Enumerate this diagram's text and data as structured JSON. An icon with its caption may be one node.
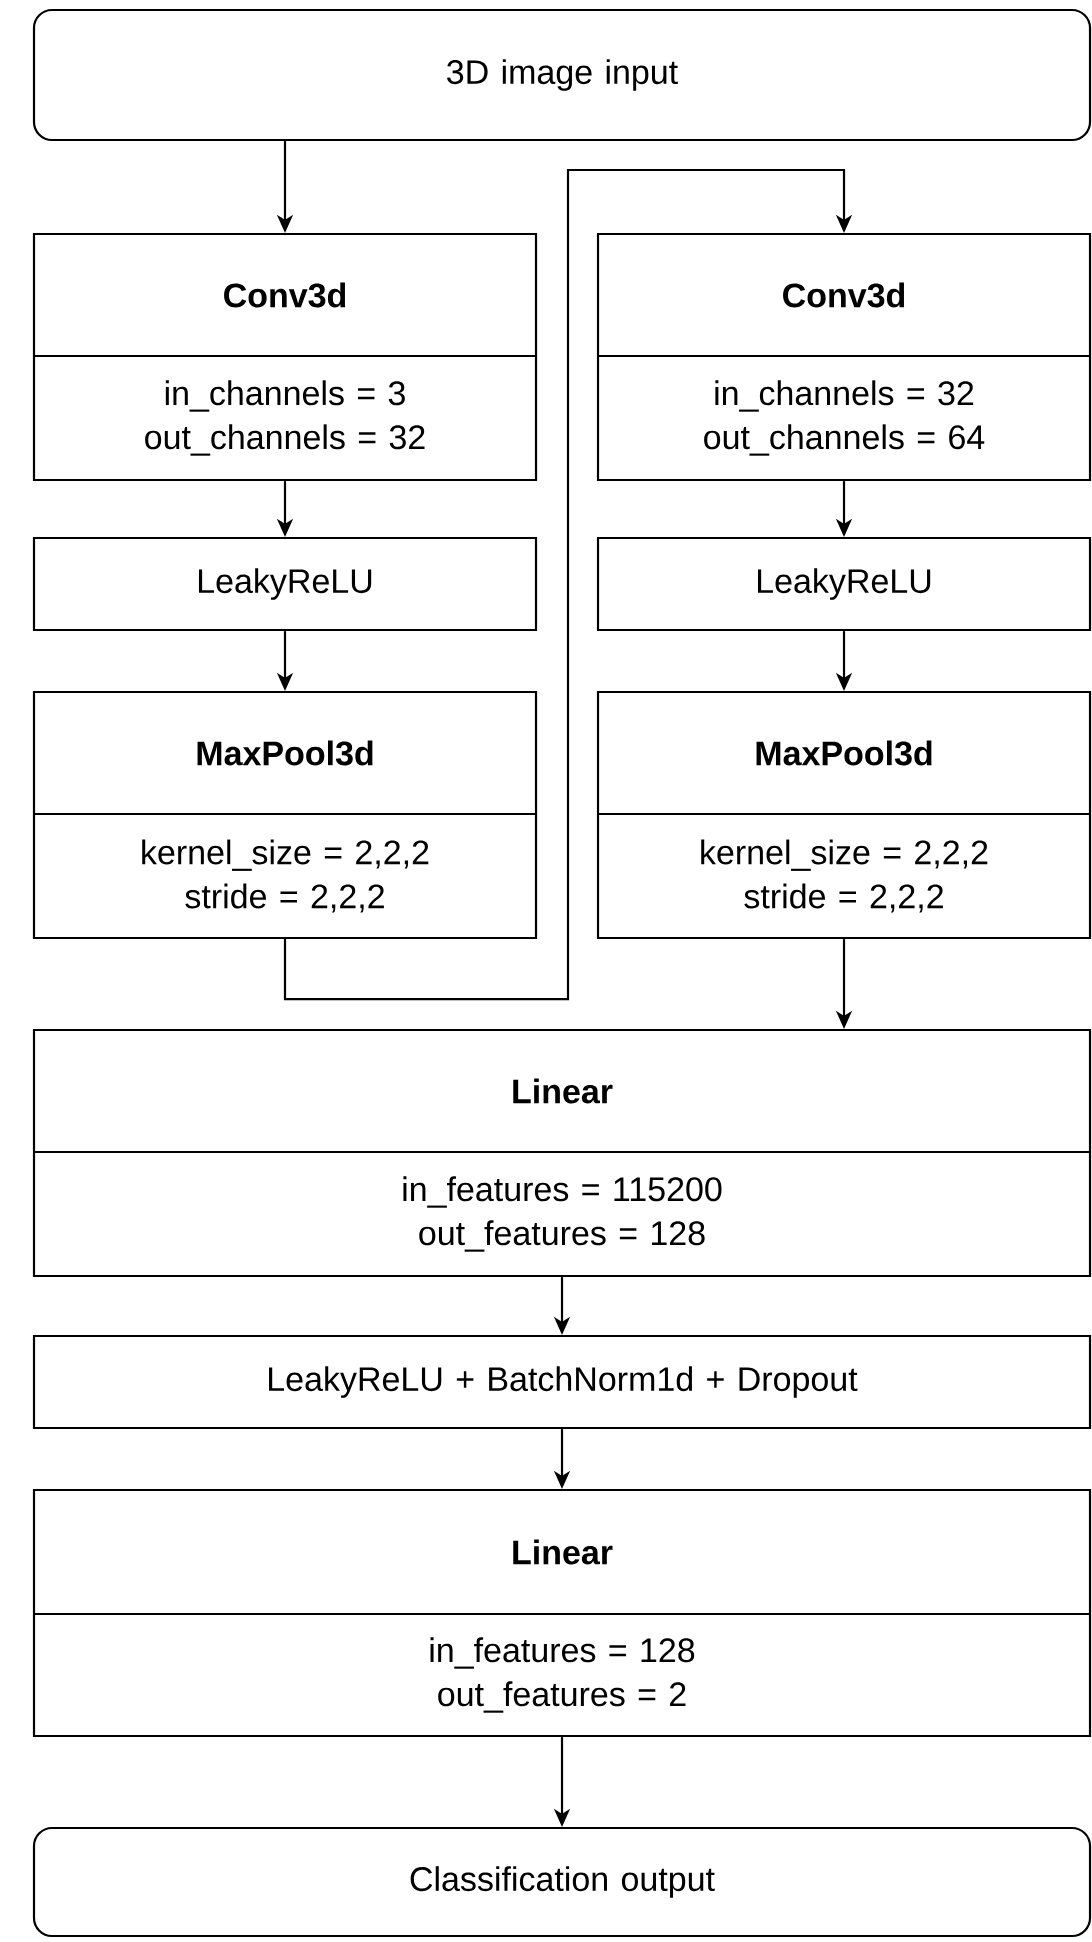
{
  "diagram": {
    "nodes": [
      {
        "text": [
          "3D image input"
        ]
      },
      {
        "text": [
          "Conv3d",
          "in_channels = 3 out_channels = 32"
        ]
      },
      {
        "text": [
          "LeakyReLU"
        ]
      },
      {
        "text": [
          "MaxPool3d",
          "kernel_size = 2,2,2 stride = 2,2,2"
        ]
      },
      {
        "text": [
          "Conv3d",
          "in_channels = 32 out_channels = 64"
        ]
      },
      {
        "text": [
          "LeakyReLU"
        ]
      },
      {
        "text": [
          "MaxPool3d",
          "kernel_size = 2,2,2 stride = 2,2,2"
        ]
      },
      {
        "text": [
          "Linear",
          "in_features = 115200 out_features = 128"
        ]
      },
      {
        "text": [
          "LeakyReLU + BatchNorm1d + Dropout"
        ]
      },
      {
        "text": [
          "Linear",
          "in_features = 128 out_features = 2"
        ]
      },
      {
        "text": [
          "Classification output"
        ]
      }
    ],
    "edges": [
      {
        "from": 0,
        "to": 1,
        "arrow": "to"
      },
      {
        "from": 1,
        "to": 2,
        "arrow": "to"
      },
      {
        "from": 2,
        "to": 3,
        "arrow": "to"
      },
      {
        "from": 3,
        "to": 4,
        "arrow": "to"
      },
      {
        "from": 4,
        "to": 5,
        "arrow": "to"
      },
      {
        "from": 5,
        "to": 6,
        "arrow": "to"
      },
      {
        "from": 6,
        "to": 7,
        "arrow": "to"
      },
      {
        "from": 7,
        "to": 8,
        "arrow": "to"
      },
      {
        "from": 8,
        "to": 9,
        "arrow": "to"
      },
      {
        "from": 9,
        "to": 10,
        "arrow": "to"
      }
    ]
  }
}
